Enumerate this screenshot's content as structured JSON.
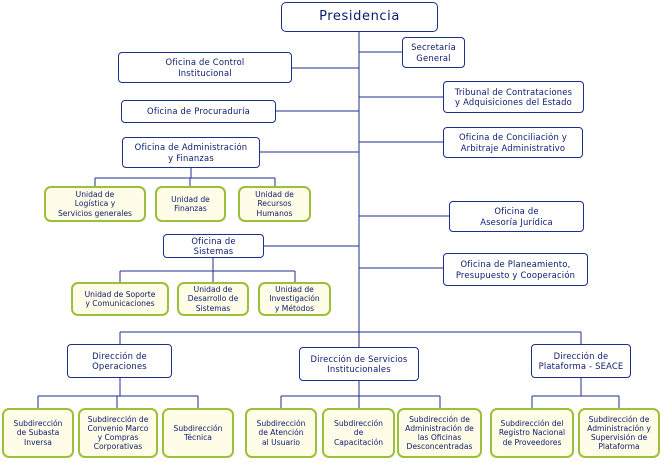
{
  "root": "Presidencia",
  "left_offices": [
    "Oficina de Control\nInstitucional",
    "Oficina de Procuraduría",
    "Oficina de Administración\ny Finanzas"
  ],
  "right_offices": [
    "Secretaría\nGeneral",
    "Tribunal de Contrataciones\ny Adquisiciones del Estado",
    "Oficina de Conciliación y\nArbitraje Administrativo",
    "Oficina de\nAsesoría Jurídica",
    "Oficina de Planeamiento,\nPresupuesto y Cooperación"
  ],
  "admin_units": [
    "Unidad de\nLogística y\nServicios generales",
    "Unidad de\nFinanzas",
    "Unidad de\nRecursos\nHumanos"
  ],
  "systems_office": "Oficina de\nSistemas",
  "systems_units": [
    "Unidad de Soporte\ny Comunicaciones",
    "Unidad de\nDesarrollo de\nSistemas",
    "Unidad de\nInvestigación\ny Métodos"
  ],
  "directions": [
    "Dirección de\nOperaciones",
    "Dirección de Servicios\nInstitucionales",
    "Dirección de\nPlataforma - SEACE"
  ],
  "operations_subs": [
    "Subdirección\nde Subasta\nInversa",
    "Subdirección de\nConvenio Marco\ny Compras\nCorporativas",
    "Subdirección\nTécnica"
  ],
  "services_subs": [
    "Subdirección\nde Atención\nal Usuario",
    "Subdirección\nde\nCapacitación",
    "Subdirección de\nAdministración de\nlas Oficinas\nDesconcentradas"
  ],
  "platform_subs": [
    "Subdirección del\nRegistro Nacional\nde Proveedores",
    "Subdirección de\nAdministración y\nSupervisión de\nPlataforma"
  ],
  "colors": {
    "blue_border": "#1c2f8c",
    "green_border": "#9bc03a",
    "green_fill": "#fffde8",
    "text": "#0a1a6e"
  }
}
